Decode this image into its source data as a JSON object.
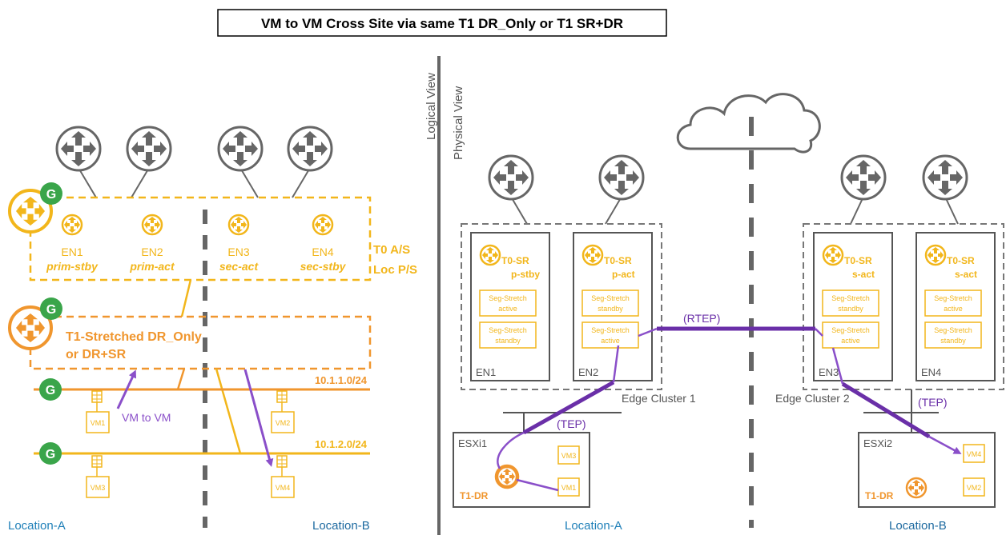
{
  "title": "VM to VM Cross Site via same T1 DR_Only or T1 SR+DR",
  "divider": {
    "logical": "Logical View",
    "physical": "Physical View"
  },
  "logical": {
    "gateway_badge": "G",
    "edge_nodes": [
      {
        "name": "EN1",
        "role": "prim-stby"
      },
      {
        "name": "EN2",
        "role": "prim-act"
      },
      {
        "name": "EN3",
        "role": "sec-act"
      },
      {
        "name": "EN4",
        "role": "sec-stby"
      }
    ],
    "t0_label_1": "T0 A/S",
    "t0_label_2": "Loc P/S",
    "t1_label_1": "T1-Stretched DR_Only",
    "t1_label_2": "or DR+SR",
    "segment_1": "10.1.1.0/24",
    "segment_2": "10.1.2.0/24",
    "vms": [
      "VM1",
      "VM2",
      "VM3",
      "VM4"
    ],
    "flow_label": "VM to VM",
    "location_a": "Location-A",
    "location_b": "Location-B"
  },
  "physical": {
    "edge_nodes": [
      {
        "name": "EN1",
        "sr": "T0-SR",
        "state": "p-stby",
        "seg1": [
          "Seg-Stretch",
          "active"
        ],
        "seg2": [
          "Seg-Stretch",
          "standby"
        ]
      },
      {
        "name": "EN2",
        "sr": "T0-SR",
        "state": "p-act",
        "seg1": [
          "Seg-Stretch",
          "standby"
        ],
        "seg2": [
          "Seg-Stretch",
          "active"
        ]
      },
      {
        "name": "EN3",
        "sr": "T0-SR",
        "state": "s-act",
        "seg1": [
          "Seg-Stretch",
          "standby"
        ],
        "seg2": [
          "Seg-Stretch",
          "active"
        ]
      },
      {
        "name": "EN4",
        "sr": "T0-SR",
        "state": "s-act",
        "seg1": [
          "Seg-Stretch",
          "active"
        ],
        "seg2": [
          "Seg-Stretch",
          "standby"
        ]
      }
    ],
    "cluster_1": "Edge Cluster 1",
    "cluster_2": "Edge Cluster 2",
    "rtep": "(RTEP)",
    "tep": "(TEP)",
    "esxi_1": {
      "name": "ESXi1",
      "t1": "T1-DR",
      "vms": [
        "VM3",
        "VM1"
      ]
    },
    "esxi_2": {
      "name": "ESXi2",
      "t1": "T1-DR",
      "vms": [
        "VM4",
        "VM2"
      ]
    },
    "location_a": "Location-A",
    "location_b": "Location-B"
  },
  "colors": {
    "orange": "#f0962e",
    "yellow": "#f2b61b",
    "purple": "#8a4fc9",
    "purple_dark": "#6a2fa8",
    "green": "#3aa54a",
    "gray": "#666666",
    "blue_text": "#1e7fb8"
  }
}
